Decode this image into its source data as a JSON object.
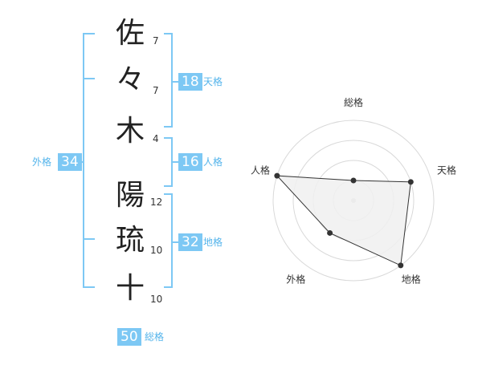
{
  "name_chars": [
    {
      "char": "佐",
      "strokes": "7"
    },
    {
      "char": "々",
      "strokes": "7"
    },
    {
      "char": "木",
      "strokes": "4"
    },
    {
      "char": "陽",
      "strokes": "12"
    },
    {
      "char": "琉",
      "strokes": "10"
    },
    {
      "char": "十",
      "strokes": "10"
    }
  ],
  "fortunes": {
    "tenkaku": {
      "value": "18",
      "label": "天格"
    },
    "jinkaku": {
      "value": "16",
      "label": "人格"
    },
    "chikaku": {
      "value": "32",
      "label": "地格"
    },
    "gaikaku": {
      "value": "34",
      "label": "外格"
    },
    "soukaku": {
      "value": "50",
      "label": "総格"
    }
  },
  "chart_data": {
    "type": "radar",
    "axes": [
      "総格",
      "天格",
      "地格",
      "外格",
      "人格"
    ],
    "max": 4,
    "values": [
      1,
      3,
      4,
      2,
      4
    ],
    "grid": true,
    "colors": {
      "fill": "#f0f0f0",
      "line": "#333333",
      "grid": "#d9d9d9"
    }
  },
  "colors": {
    "accent": "#7dc8f4",
    "bracket": "#7dc8f4",
    "label": "#54b4eb"
  }
}
